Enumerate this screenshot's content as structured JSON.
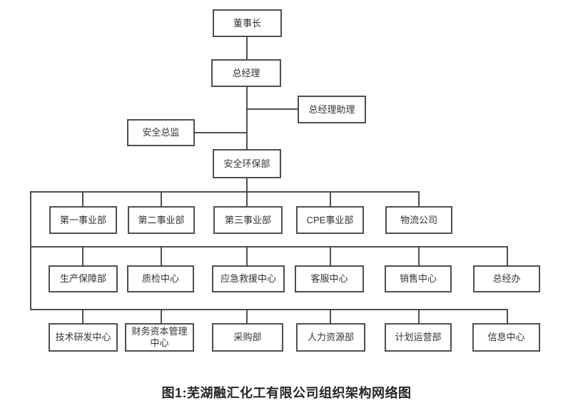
{
  "caption": "图1:芜湖融汇化工有限公司组织架构网络图",
  "colors": {
    "background": "#ffffff",
    "line": "#4f4f4f",
    "box_border": "#4f4f4f",
    "box_text": "#333333",
    "caption_text": "#262626"
  },
  "nodes": {
    "chairman": {
      "label": "董事长"
    },
    "general_manager": {
      "label": "总经理"
    },
    "gm_assistant": {
      "label": "总经理助理"
    },
    "safety_director": {
      "label": "安全总监"
    },
    "safety_env_dept": {
      "label": "安全环保部"
    },
    "division_1": {
      "label": "第一事业部"
    },
    "division_2": {
      "label": "第二事业部"
    },
    "division_3": {
      "label": "第三事业部"
    },
    "cpe_division": {
      "label": "CPE事业部"
    },
    "logistics_company": {
      "label": "物流公司"
    },
    "production_support_dept": {
      "label": "生产保障部"
    },
    "quality_inspection_center": {
      "label": "质检中心"
    },
    "emergency_rescue_center": {
      "label": "应急救援中心"
    },
    "customer_service_center": {
      "label": "客服中心"
    },
    "sales_center": {
      "label": "销售中心"
    },
    "gm_office": {
      "label": "总经办"
    },
    "tech_rd_center": {
      "label": "技术研发中心"
    },
    "finance_capital_mgmt_center": {
      "label": "财务资本管理中心"
    },
    "procurement_dept": {
      "label": "采购部"
    },
    "hr_dept": {
      "label": "人力资源部"
    },
    "planning_operations_dept": {
      "label": "计划运营部"
    },
    "information_center": {
      "label": "信息中心"
    }
  },
  "structure": {
    "chairman": [
      "general_manager"
    ],
    "general_manager": [
      "gm_assistant",
      "safety_director",
      "safety_env_dept"
    ],
    "safety_env_dept_row1": [
      "division_1",
      "division_2",
      "division_3",
      "cpe_division",
      "logistics_company"
    ],
    "row2": [
      "production_support_dept",
      "quality_inspection_center",
      "emergency_rescue_center",
      "customer_service_center",
      "sales_center",
      "gm_office"
    ],
    "row3": [
      "tech_rd_center",
      "finance_capital_mgmt_center",
      "procurement_dept",
      "hr_dept",
      "planning_operations_dept",
      "information_center"
    ]
  }
}
